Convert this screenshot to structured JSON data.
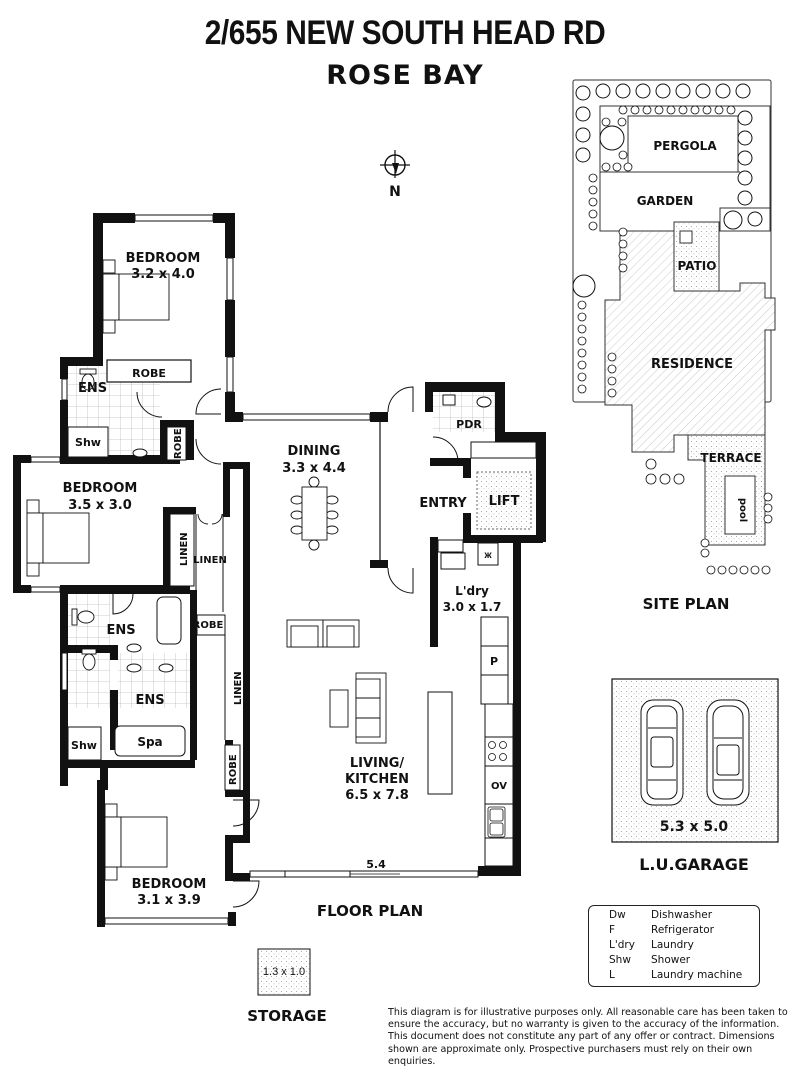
{
  "header": {
    "title": "2/655 NEW SOUTH HEAD RD",
    "subtitle": "ROSE BAY"
  },
  "compass": {
    "icon": "north-arrow-icon",
    "label": "N"
  },
  "floor_plan": {
    "caption": "FLOOR PLAN",
    "rooms": {
      "bedroom1": {
        "name": "BEDROOM",
        "size": "3.2 x 4.0"
      },
      "bedroom2": {
        "name": "BEDROOM",
        "size": "3.5 x 3.0"
      },
      "bedroom3": {
        "name": "BEDROOM",
        "size": "3.1 x 3.9"
      },
      "ens1": {
        "name": "ENS"
      },
      "ens2": {
        "name": "ENS"
      },
      "ens3": {
        "name": "ENS"
      },
      "shw1": {
        "name": "Shw"
      },
      "shw2": {
        "name": "Shw"
      },
      "spa": {
        "name": "Spa"
      },
      "robe1": {
        "name": "ROBE"
      },
      "robe2": {
        "name": "ROBE"
      },
      "robe3": {
        "name": "ROBE"
      },
      "robe4": {
        "name": "ROBE"
      },
      "linen1": {
        "name": "LINEN"
      },
      "linen2": {
        "name": "LINEN"
      },
      "linen3": {
        "name": "LINEN"
      },
      "dining": {
        "name": "DINING",
        "size": "3.3 x 4.4"
      },
      "pdr": {
        "name": "PDR"
      },
      "entry": {
        "name": "ENTRY"
      },
      "lift": {
        "name": "LIFT"
      },
      "laundry": {
        "name": "L'dry",
        "size": "3.0 x 1.7"
      },
      "pantry": {
        "name": "P"
      },
      "oven": {
        "name": "OV"
      },
      "living_kitchen": {
        "name_line1": "LIVING/",
        "name_line2": "KITCHEN",
        "size": "6.5 x 7.8"
      },
      "balcony_width": "5.4"
    }
  },
  "storage": {
    "caption": "STORAGE",
    "size": "1.3 x 1.0"
  },
  "site_plan": {
    "caption": "SITE PLAN",
    "areas": {
      "pergola": "PERGOLA",
      "garden": "GARDEN",
      "patio": "PATIO",
      "residence": "RESIDENCE",
      "terrace": "TERRACE",
      "pool": "pool"
    }
  },
  "garage": {
    "caption": "L.U.GARAGE",
    "size": "5.3 x 5.0"
  },
  "legend": {
    "items": [
      {
        "abbr": "Dw",
        "meaning": "Dishwasher"
      },
      {
        "abbr": "F",
        "meaning": "Refrigerator"
      },
      {
        "abbr": "L'dry",
        "meaning": "Laundry"
      },
      {
        "abbr": "Shw",
        "meaning": "Shower"
      },
      {
        "abbr": "L",
        "meaning": "Laundry machine"
      }
    ]
  },
  "disclaimer": "This diagram is for illustrative purposes only.  All reasonable care has been taken to ensure the accuracy, but no warranty is given to the accuracy of the information. This document does not constitute any part of any offer or contract. Dimensions shown are approximate only. Prospective purchasers must rely on their own enquiries."
}
